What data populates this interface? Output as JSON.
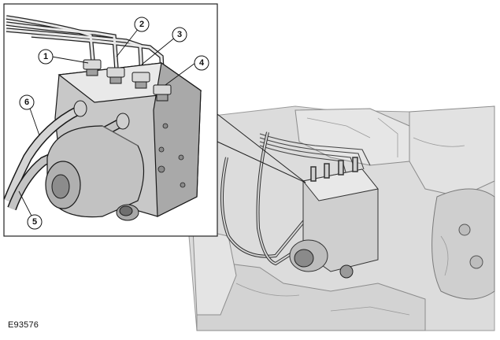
{
  "figure": {
    "code": "E93576"
  },
  "callouts": [
    {
      "number": "1"
    },
    {
      "number": "2"
    },
    {
      "number": "3"
    },
    {
      "number": "4"
    },
    {
      "number": "5"
    },
    {
      "number": "6"
    }
  ],
  "colors": {
    "background": "#ffffff",
    "scene_gray": "#d9d9d9",
    "line": "#1a1a1a",
    "inset_border": "#222222",
    "metal_light": "#e6e6e6",
    "metal_mid": "#bdbdbd",
    "metal_dark": "#8a8a8a"
  }
}
